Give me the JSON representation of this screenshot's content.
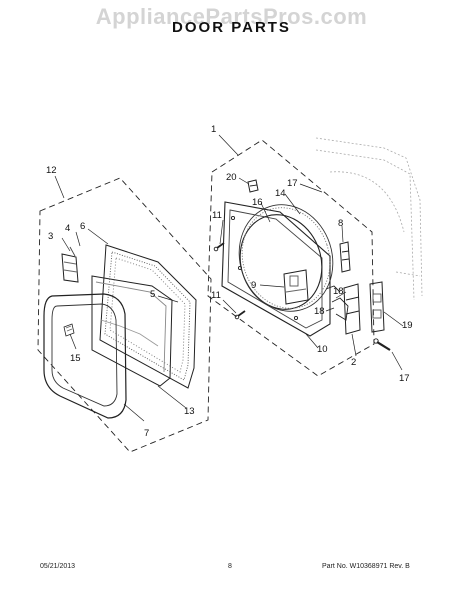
{
  "watermark": "AppliancePartsPros.com",
  "title": "DOOR PARTS",
  "callouts": {
    "c1": "1",
    "c2": "2",
    "c3": "3",
    "c4": "4",
    "c5": "5",
    "c6": "6",
    "c7": "7",
    "c8": "8",
    "c9": "9",
    "c10": "10",
    "c11a": "11",
    "c11b": "11",
    "c12": "12",
    "c13": "13",
    "c14": "14",
    "c15": "15",
    "c16": "16",
    "c17a": "17",
    "c17b": "17",
    "c18a": "18",
    "c18b": "18",
    "c19": "19",
    "c20": "20"
  },
  "footer": {
    "date": "05/21/2013",
    "page": "8",
    "part_no": "Part No. W10368971  Rev. B"
  }
}
